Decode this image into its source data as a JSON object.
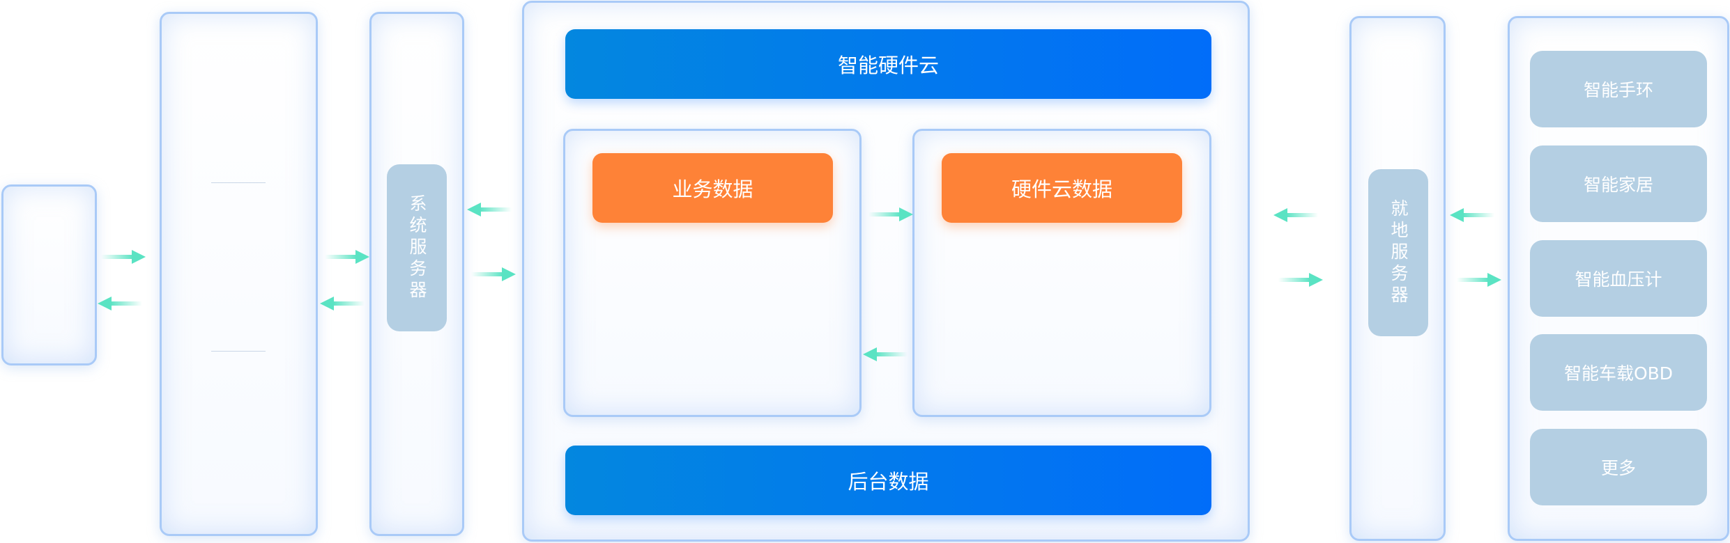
{
  "cloud": {
    "title": "智能硬件云",
    "business_data": "业务数据",
    "hardware_cloud_data": "硬件云数据",
    "backend_data": "后台数据"
  },
  "system_server": {
    "label": "系统服务器"
  },
  "local_server": {
    "label": "就地服务器"
  },
  "devices": [
    "智能手环",
    "智能家居",
    "智能血压计",
    "智能车载OBD",
    "更多"
  ],
  "colors": {
    "panel_border": "#a9caf7",
    "blue_start": "#0387df",
    "blue_end": "#016df9",
    "orange": "#fe8237",
    "pill": "#b4cfe3",
    "arrow": "#5ae3c3"
  }
}
